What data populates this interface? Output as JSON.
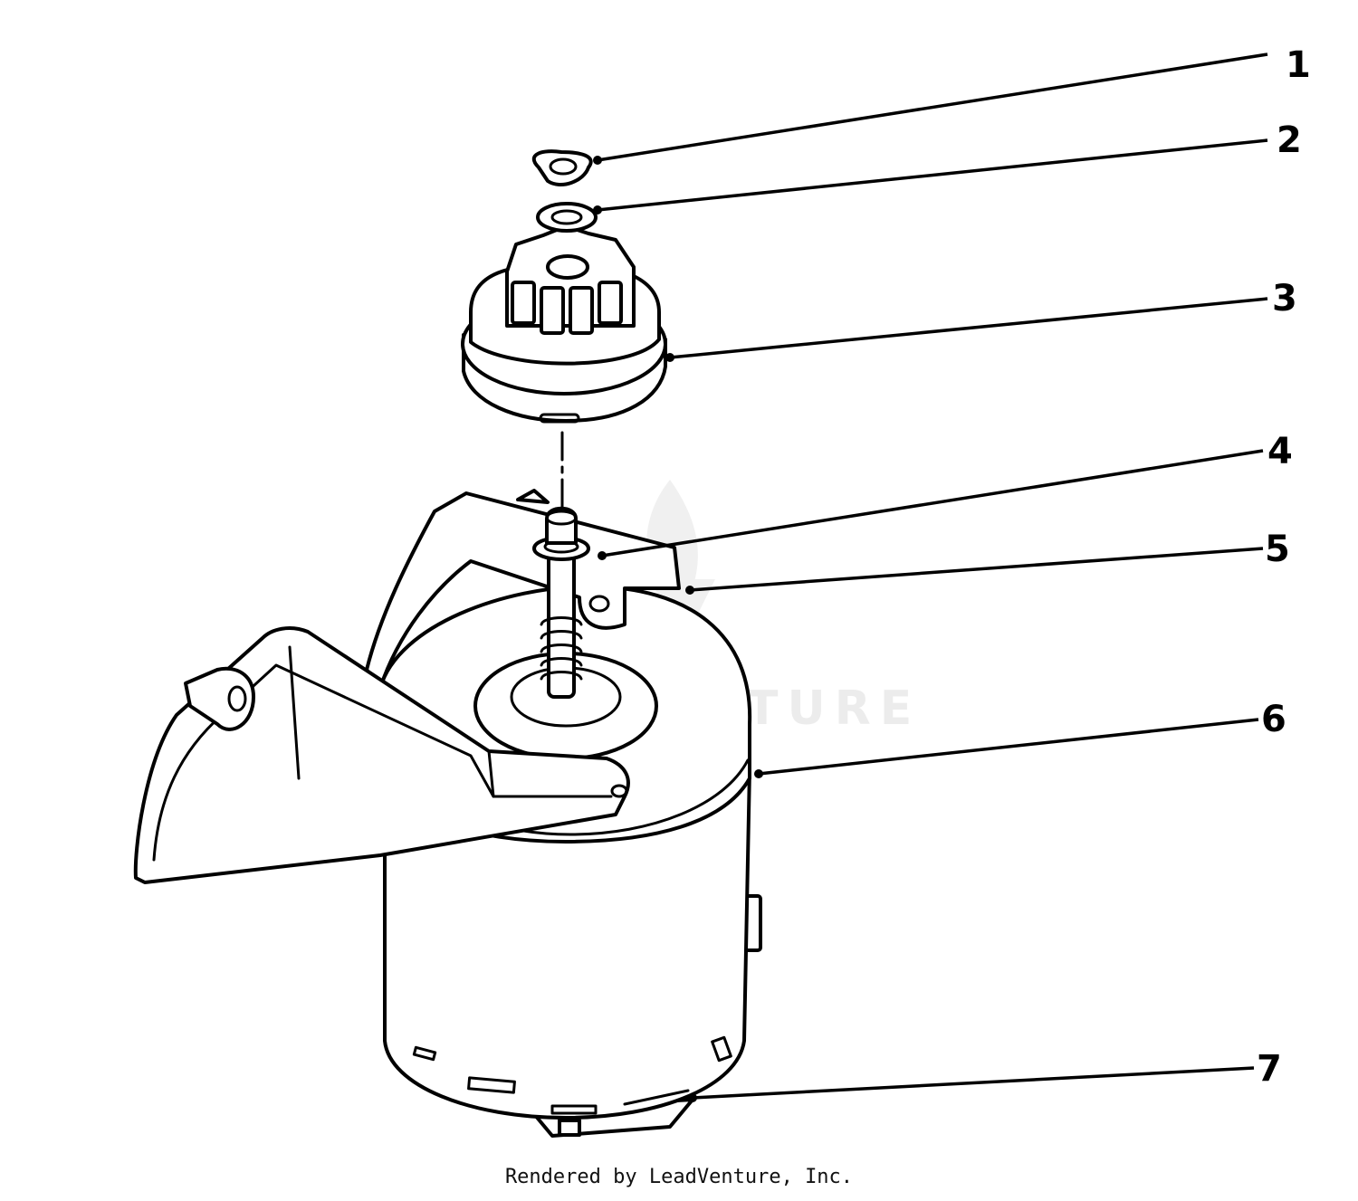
{
  "diagram": {
    "callouts": [
      {
        "label": "1"
      },
      {
        "label": "2"
      },
      {
        "label": "3"
      },
      {
        "label": "4"
      },
      {
        "label": "5"
      },
      {
        "label": "6"
      },
      {
        "label": "7"
      }
    ],
    "watermark": "LEADVENTURE",
    "credit": "Rendered by LeadVenture, Inc."
  }
}
